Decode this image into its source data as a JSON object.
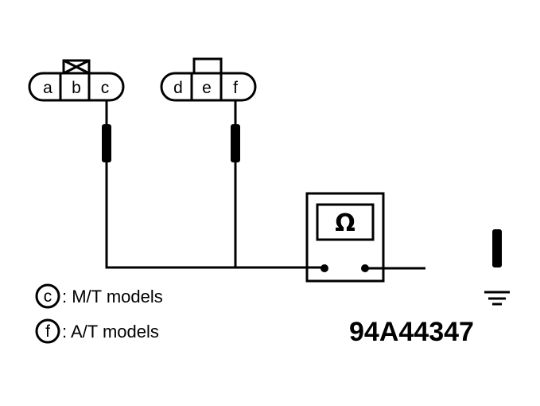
{
  "connector_1": {
    "pins": [
      "a",
      "b",
      "c"
    ]
  },
  "connector_2": {
    "pins": [
      "d",
      "e",
      "f"
    ]
  },
  "meter": {
    "symbol": "Ω"
  },
  "legend": [
    {
      "pin": "c",
      "text": ": M/T models"
    },
    {
      "pin": "f",
      "text": ": A/T models"
    }
  ],
  "figure_code": "94A44347"
}
